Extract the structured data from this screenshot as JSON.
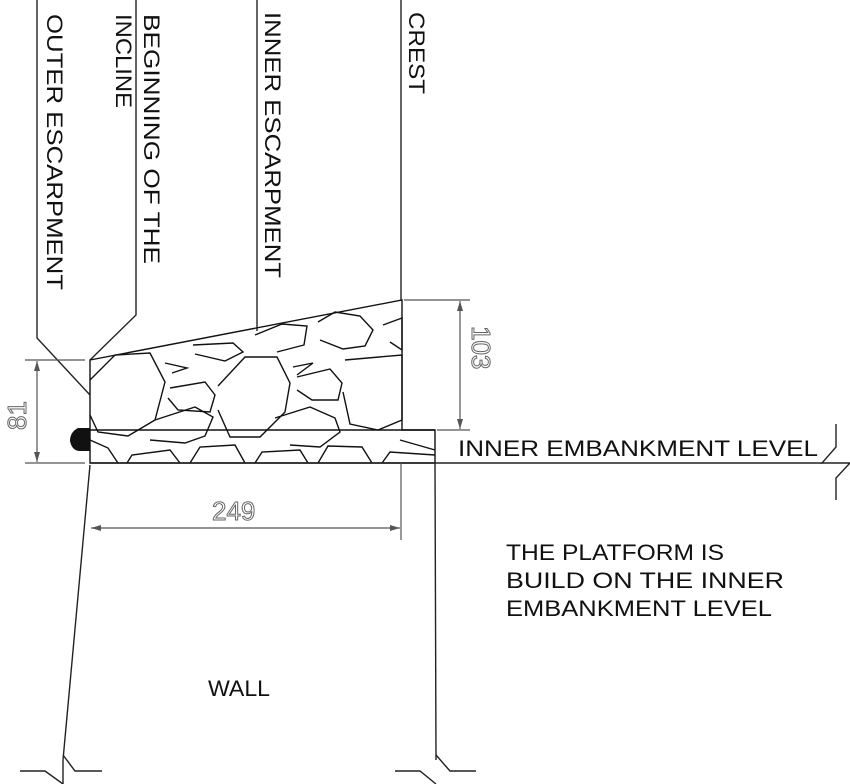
{
  "labels": {
    "outer_escarpment": "OUTER ESCARPMENT",
    "beginning_line1": "BEGINNING OF THE",
    "beginning_line2": "INCLINE",
    "inner_escarpment": "INNER ESCARPMENT",
    "crest": "CREST",
    "inner_embankment_level": "INNER EMBANKMENT LEVEL",
    "wall": "WALL"
  },
  "note": {
    "line1": "THE PLATFORM IS",
    "line2": "BUILD ON THE INNER",
    "line3": "EMBANKMENT LEVEL"
  },
  "dimensions": {
    "outer_height": "81",
    "crest_height": "103",
    "width": "249"
  }
}
